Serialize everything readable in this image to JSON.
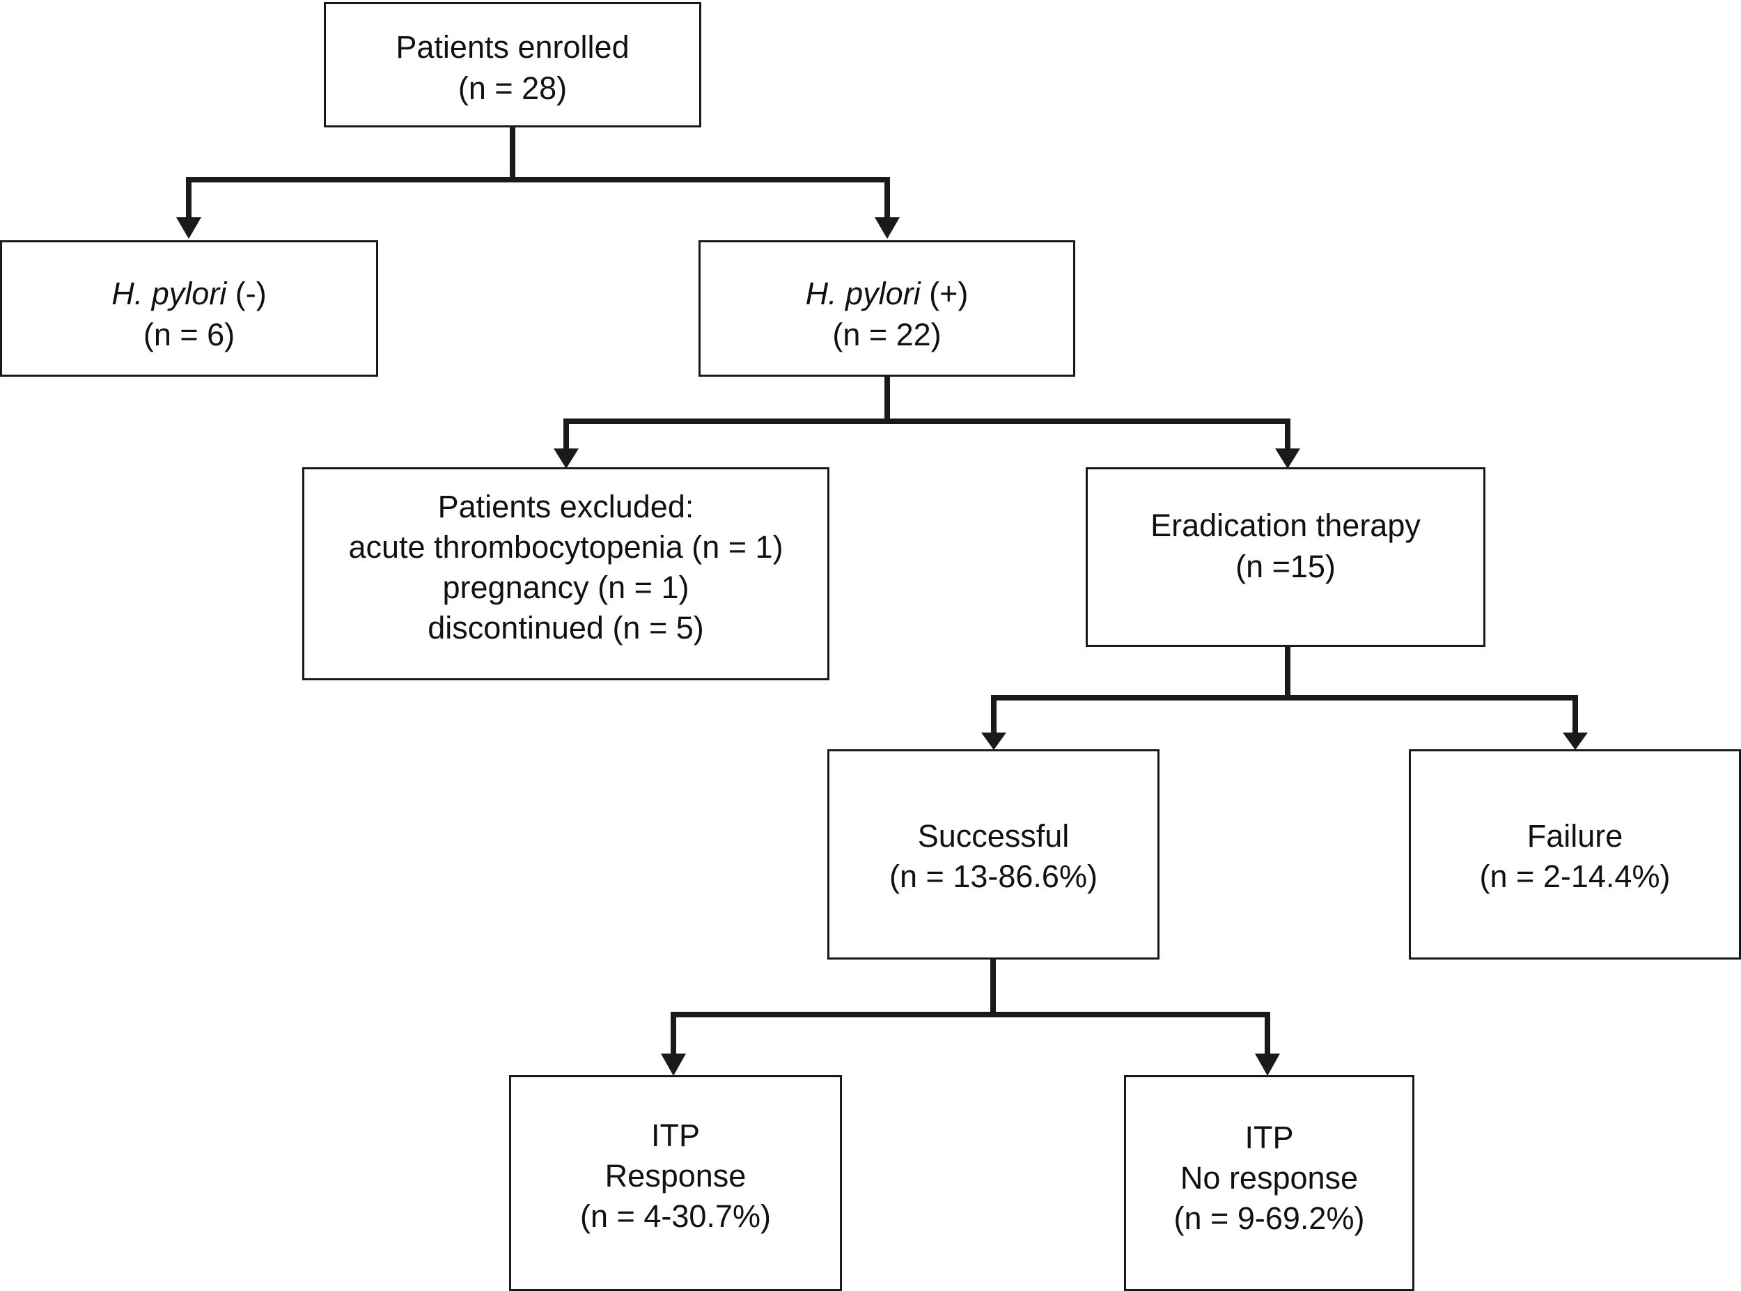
{
  "diagram": {
    "enrolled": {
      "title": "Patients enrolled",
      "count": "(n = 28)"
    },
    "hp_negative": {
      "organism": "H. pylori",
      "status": "(-)",
      "count": "(n = 6)"
    },
    "hp_positive": {
      "organism": "H. pylori",
      "status": "(+)",
      "count": "(n = 22)"
    },
    "excluded": {
      "title": "Patients excluded:",
      "reasons": [
        "acute thrombocytopenia (n = 1)",
        "pregnancy (n = 1)",
        "discontinued (n = 5)"
      ]
    },
    "eradication": {
      "title": "Eradication therapy",
      "count": "(n =15)"
    },
    "successful": {
      "title": "Successful",
      "count": "(n = 13-86.6%)"
    },
    "failure": {
      "title": "Failure",
      "count": "(n = 2-14.4%)"
    },
    "itp_response": {
      "line1": "ITP",
      "line2": "Response",
      "count": "(n = 4-30.7%)"
    },
    "itp_no_response": {
      "line1": "ITP",
      "line2": "No response",
      "count": "(n = 9-69.2%)"
    }
  },
  "colors": {
    "stroke": "#1a1a1a",
    "text": "#111111",
    "background": "#ffffff"
  }
}
